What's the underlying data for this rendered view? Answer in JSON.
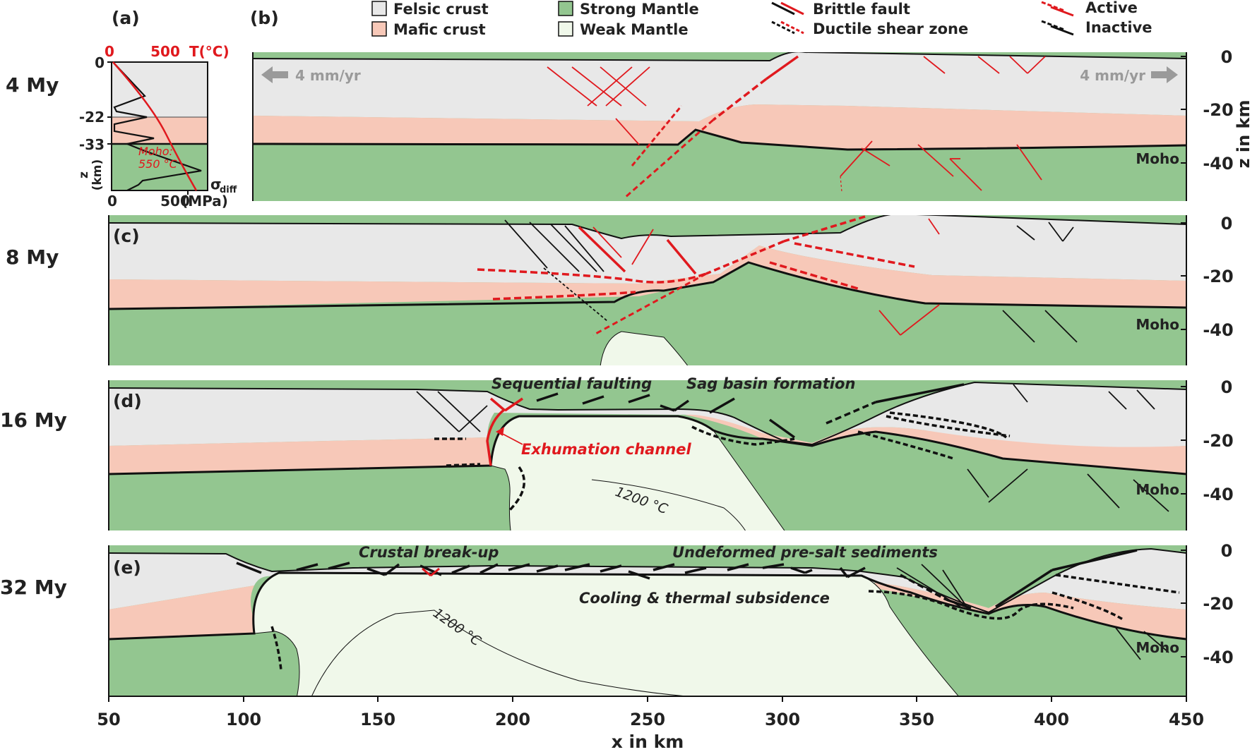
{
  "panel_labels": {
    "a": "(a)",
    "b": "(b)",
    "c": "(c)",
    "d": "(d)",
    "e": "(e)"
  },
  "ages": {
    "b": "4 My",
    "c": "8 My",
    "d": "16 My",
    "e": "32 My"
  },
  "legend": {
    "felsic": "Felsic crust",
    "mafic": "Mafic crust",
    "strong_mantle": "Strong Mantle",
    "weak_mantle": "Weak Mantle",
    "brittle": "Brittle fault",
    "ductile": "Ductile shear zone",
    "active": "Active",
    "inactive": "Inactive"
  },
  "velocity": {
    "left": "4 mm/yr",
    "right": "4 mm/yr"
  },
  "inset": {
    "temp_tick_0": "0",
    "temp_tick_500": "500",
    "temp_label": "T(°C)",
    "stress_tick_0": "0",
    "stress_tick_500": "500",
    "stress_unit": "(MPa)",
    "stress_symbol": "σ",
    "stress_sub": "diff",
    "z_label": "z",
    "z_unit": "(km)",
    "z_ticks": [
      "0",
      "-22",
      "-33"
    ],
    "moho_note_1": "Moho:",
    "moho_note_2": "550 °C"
  },
  "annotations": {
    "sequential": "Sequential faulting",
    "sag": "Sag basin formation",
    "exhumation": "Exhumation channel",
    "isotherm": "1200 °C",
    "breakup": "Crustal break-up",
    "undeformed": "Undeformed pre-salt sediments",
    "cooling": "Cooling & thermal subsidence",
    "moho": "Moho"
  },
  "axes": {
    "x_label": "x in km",
    "x_ticks": [
      "50",
      "100",
      "150",
      "200",
      "250",
      "300",
      "350",
      "400",
      "450"
    ],
    "z_label": "z in km",
    "z_ticks": [
      "0",
      "-20",
      "-40"
    ]
  },
  "colors": {
    "felsic": "#e8e8e8",
    "mafic": "#f7c8b8",
    "strong_mantle": "#93c690",
    "weak_mantle": "#f0f8ea",
    "active": "#e0191e",
    "inactive": "#111111",
    "arrow": "#9a9a9a"
  }
}
